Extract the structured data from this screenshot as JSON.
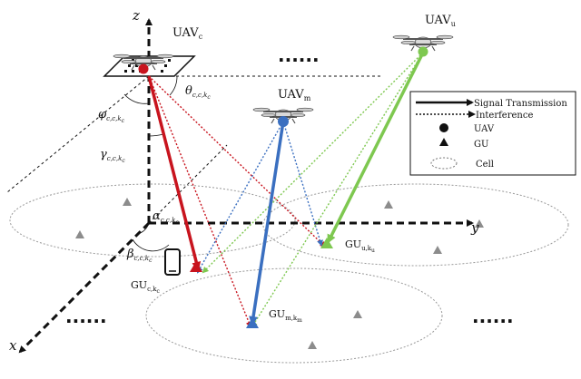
{
  "axes": {
    "x": "x",
    "y": "y",
    "z": "z"
  },
  "uav_labels": {
    "c": {
      "base": "UAV",
      "sub": "c"
    },
    "m": {
      "base": "UAV",
      "sub": "m"
    },
    "u": {
      "base": "UAV",
      "sub": "u"
    }
  },
  "gu_labels": {
    "c": {
      "base": "GU",
      "sub": "c,k",
      "subsub": "c"
    },
    "m": {
      "base": "GU",
      "sub": "m,k",
      "subsub": "m"
    },
    "u": {
      "base": "GU",
      "sub": "u,k",
      "subsub": "u"
    }
  },
  "angles": {
    "theta": {
      "base": "θ",
      "sub": "c,c,k",
      "subsub": "c"
    },
    "phi": {
      "base": "φ",
      "sub": "c,c,k",
      "subsub": "c"
    },
    "gamma": {
      "base": "γ",
      "sub": "c,c,k",
      "subsub": "c"
    },
    "alpha": {
      "base": "α",
      "sub": "c,c,k",
      "subsub": "c"
    },
    "beta": {
      "base": "β",
      "sub": "c,c,k",
      "subsub": "c"
    }
  },
  "ellipsis": "......",
  "legend": {
    "signal": "Signal Transmission",
    "interference": "Interference",
    "uav": "UAV",
    "gu": "GU",
    "cell": "Cell"
  },
  "colors": {
    "uav_c": "#c8141e",
    "uav_m": "#3a6fc0",
    "uav_u": "#7ec850",
    "gu": "#8c8c8c",
    "axis": "#111111"
  }
}
